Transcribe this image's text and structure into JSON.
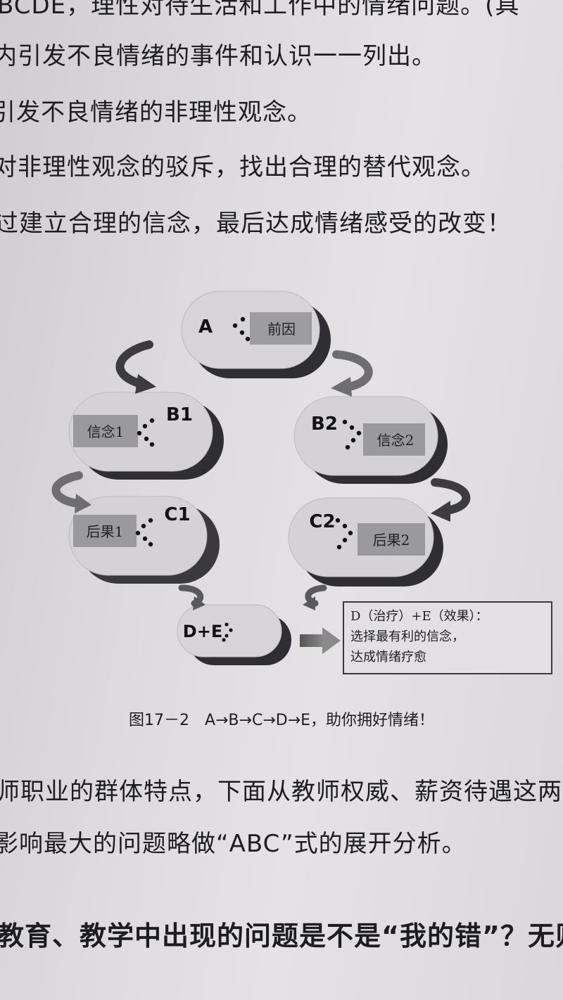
{
  "body_text": {
    "line0": "BCDE，理性对待生活和工作中的情绪问题。(具",
    "line1": "内引发不良情绪的事件和认识一一列出。",
    "line2": "引发不良情绪的非理性观念。",
    "line3": "对非理性观念的驳斥，找出合理的替代观念。",
    "line4": "过建立合理的信念，最后达成情绪感受的改变！",
    "line5": "师职业的群体特点，下面从教师权威、薪资待遇这两",
    "line6": "影响最大的问题略做“ABC”式的展开分析。",
    "line7": "教育、教学中出现的问题是不是“我的错”？无则"
  },
  "diagram": {
    "A": {
      "letter": "A",
      "label": "前因"
    },
    "B1": {
      "letter": "B1",
      "label": "信念1"
    },
    "B2": {
      "letter": "B2",
      "label": "信念2"
    },
    "C1": {
      "letter": "C1",
      "label": "后果1"
    },
    "C2": {
      "letter": "C2",
      "label": "后果2"
    },
    "DE": {
      "letter": "D+E"
    },
    "note": {
      "line1": "D（治疗）+E（效果）：",
      "line2": "选择最有利的信念，",
      "line3": "达成情绪疗愈"
    }
  },
  "caption": {
    "number": "图17－2",
    "text": "A→B→C→D→E，助你拥好情绪！"
  }
}
